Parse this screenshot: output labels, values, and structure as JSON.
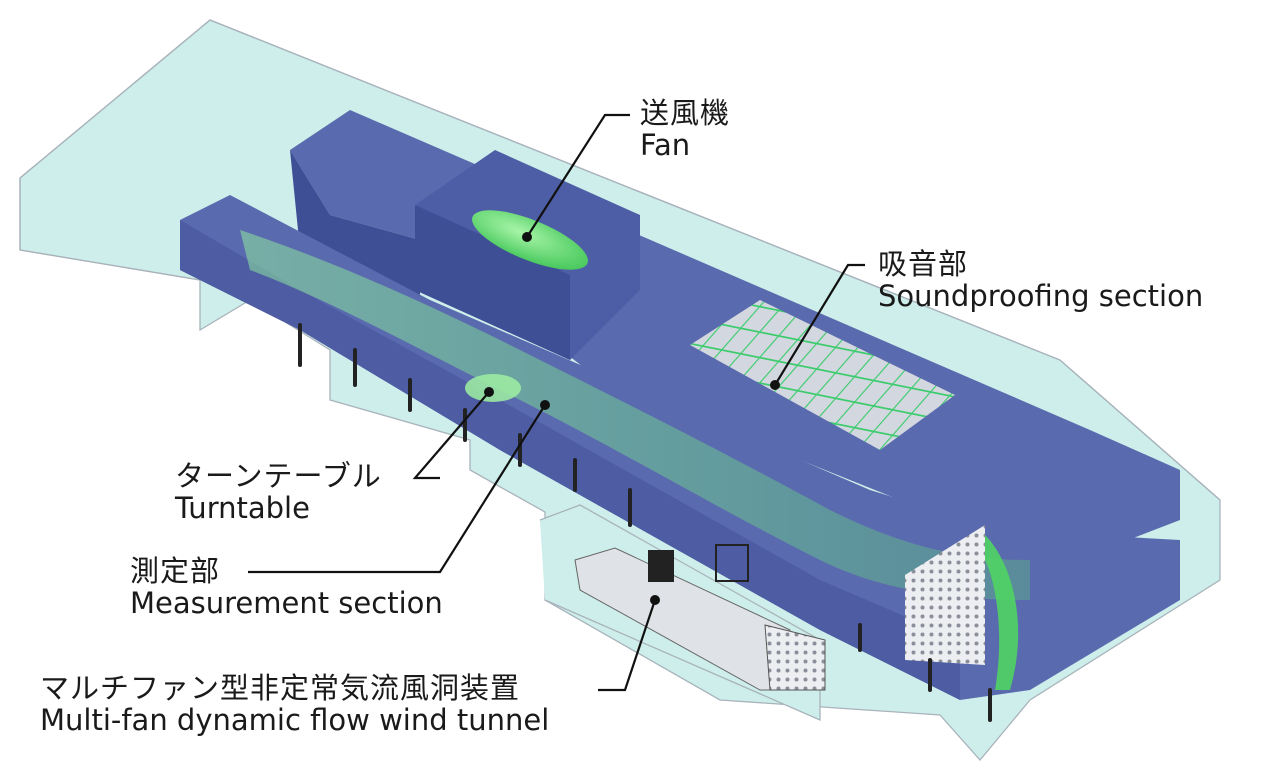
{
  "labels": {
    "fan": {
      "jp": "送風機",
      "en": "Fan"
    },
    "soundproof": {
      "jp": "吸音部",
      "en": "Soundproofing section"
    },
    "turntable": {
      "jp": "ターンテーブル",
      "en": "Turntable"
    },
    "measure": {
      "jp": "測定部",
      "en": "Measurement section"
    },
    "multifan": {
      "jp": "マルチファン型非定常気流風洞装置",
      "en": "Multi-fan dynamic flow wind tunnel"
    }
  },
  "colors": {
    "duct_top": "#5a6aae",
    "duct_side": "#3f4f96",
    "floor": "#c8ece8",
    "flow_green": "#5fd86a",
    "mesh_green": "#3bd16a",
    "outline": "#a9b3bb"
  }
}
